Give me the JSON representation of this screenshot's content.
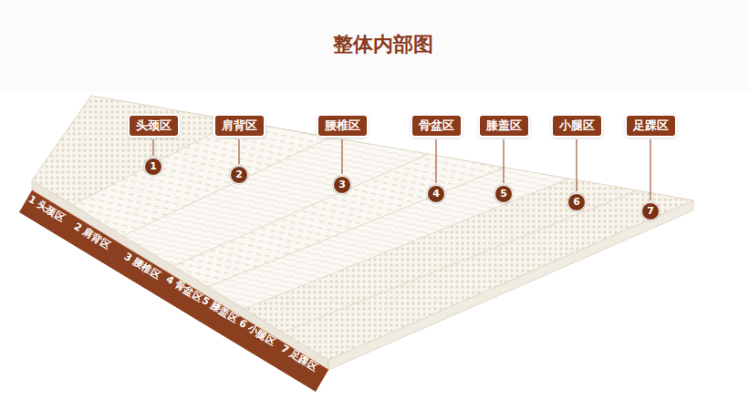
{
  "diagram": {
    "title": "整体内部图",
    "nodes": [
      {
        "text": [
          "头颈区"
        ]
      },
      {
        "text": [
          "肩背区"
        ]
      },
      {
        "text": [
          "腰椎区"
        ]
      },
      {
        "text": [
          "骨盆区"
        ]
      },
      {
        "text": [
          "膝盖区"
        ]
      },
      {
        "text": [
          "小腿区"
        ]
      },
      {
        "text": [
          "足踝区"
        ]
      },
      {
        "text": [
          "1 头颈区"
        ]
      },
      {
        "text": [
          "2 肩背区"
        ]
      },
      {
        "text": [
          "3 腰椎区"
        ]
      },
      {
        "text": [
          "4 骨盆区"
        ]
      },
      {
        "text": [
          "5 膝盖区"
        ]
      },
      {
        "text": [
          "6 小腿区"
        ]
      },
      {
        "text": [
          "7 足踝区"
        ]
      }
    ],
    "labels": [
      "1",
      "2",
      "3",
      "4",
      "5",
      "6",
      "7"
    ]
  }
}
